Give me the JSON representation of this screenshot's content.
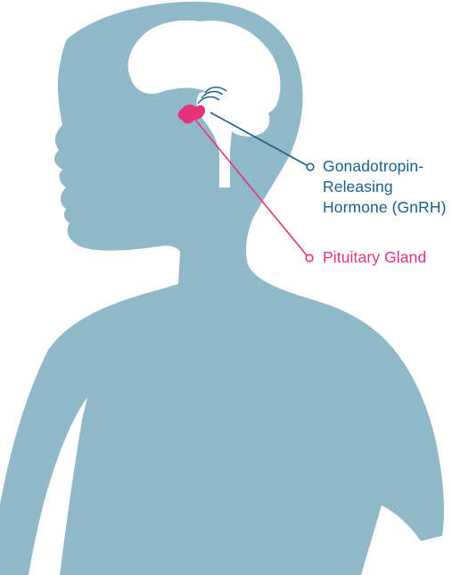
{
  "colors": {
    "silhouette": "#8fb8c9",
    "brain": "#ffffff",
    "gnrh_line": "#1d5d8a",
    "pituitary": "#e8317b"
  },
  "labels": {
    "gnrh": {
      "lines": [
        "Gonadotropin-",
        "Releasing",
        "Hormone (GnRH)"
      ]
    },
    "pituitary": {
      "text": "Pituitary Gland"
    }
  }
}
